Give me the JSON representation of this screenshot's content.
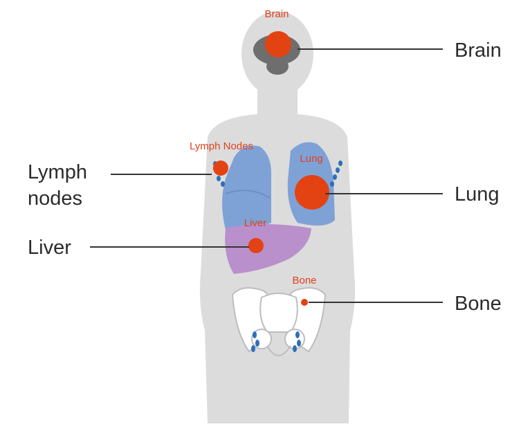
{
  "organ_labels": {
    "brain": "Brain",
    "lymph": "Lymph Nodes",
    "lung": "Lung",
    "liver": "Liver",
    "bone": "Bone"
  },
  "callouts": {
    "brain": "Brain",
    "lymph_line1": "Lymph",
    "lymph_line2": "nodes",
    "liver": "Liver",
    "lung": "Lung",
    "bone": "Bone"
  },
  "colors": {
    "body": "#dcdcdc",
    "brain": "#6e6e6e",
    "lung": "#7fa2d6",
    "liver": "#b98fcc",
    "bone_fill": "#ffffff",
    "bone_stroke": "#bdbdbd",
    "lymph_node": "#2d6fb8",
    "tumor": "#e34312",
    "leader_line": "#333333",
    "callout_text": "#2b2b2b",
    "organ_text": "#e0401c"
  }
}
